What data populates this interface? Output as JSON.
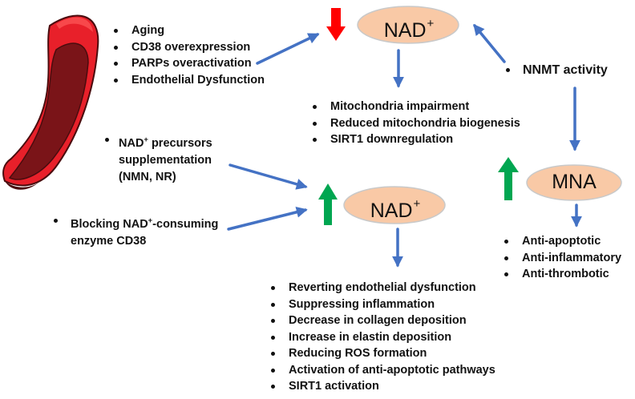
{
  "nodes": {
    "nad_top": {
      "label": "NAD",
      "sup": "+"
    },
    "nad_center": {
      "label": "NAD",
      "sup": "+"
    },
    "mna": {
      "label": "MNA"
    }
  },
  "lists": {
    "causes": [
      "Aging",
      "CD38 overexpression",
      "PARPs overactivation",
      "Endothelial Dysfunction"
    ],
    "nad_decline_effects": [
      "Mitochondria  impairment",
      "Reduced mitochondria  biogenesis",
      "SIRT1 downregulation"
    ],
    "mna_effects": [
      "Anti-apoptotic",
      "Anti-inflammatory",
      "Anti-thrombotic"
    ],
    "nad_increase_effects": [
      "Reverting endothelial dysfunction",
      "Suppressing inflammation",
      "Decrease in collagen deposition",
      "Increase in elastin deposition",
      "Reducing ROS formation",
      "Activation of anti-apoptotic  pathways",
      "SIRT1 activation"
    ]
  },
  "nnmt": {
    "label": "NNMT activity"
  },
  "precursors": {
    "line1_pre": "NAD",
    "line1_sup": "+",
    "line1_post": " precursors",
    "line2": "supplementation",
    "line3": "(NMN, NR)"
  },
  "blocking": {
    "line1_pre": "Blocking NAD",
    "line1_sup": "+",
    "line1_post": "-consuming",
    "line2": "enzyme CD38"
  },
  "colors": {
    "ellipse_fill": "#f9c9a6",
    "ellipse_stroke": "#c9c9c9",
    "arrow_blue": "#4472c4",
    "arrow_down_red": "#ff0000",
    "arrow_up_green": "#00a651",
    "vessel_outer": "#e8202a",
    "vessel_inner": "#7a1418",
    "vessel_edge": "#4a0c0e"
  },
  "icons": {
    "decrease": "red-down-arrow-icon",
    "increase": "green-up-arrow-icon",
    "vessel": "blood-vessel-illustration"
  }
}
